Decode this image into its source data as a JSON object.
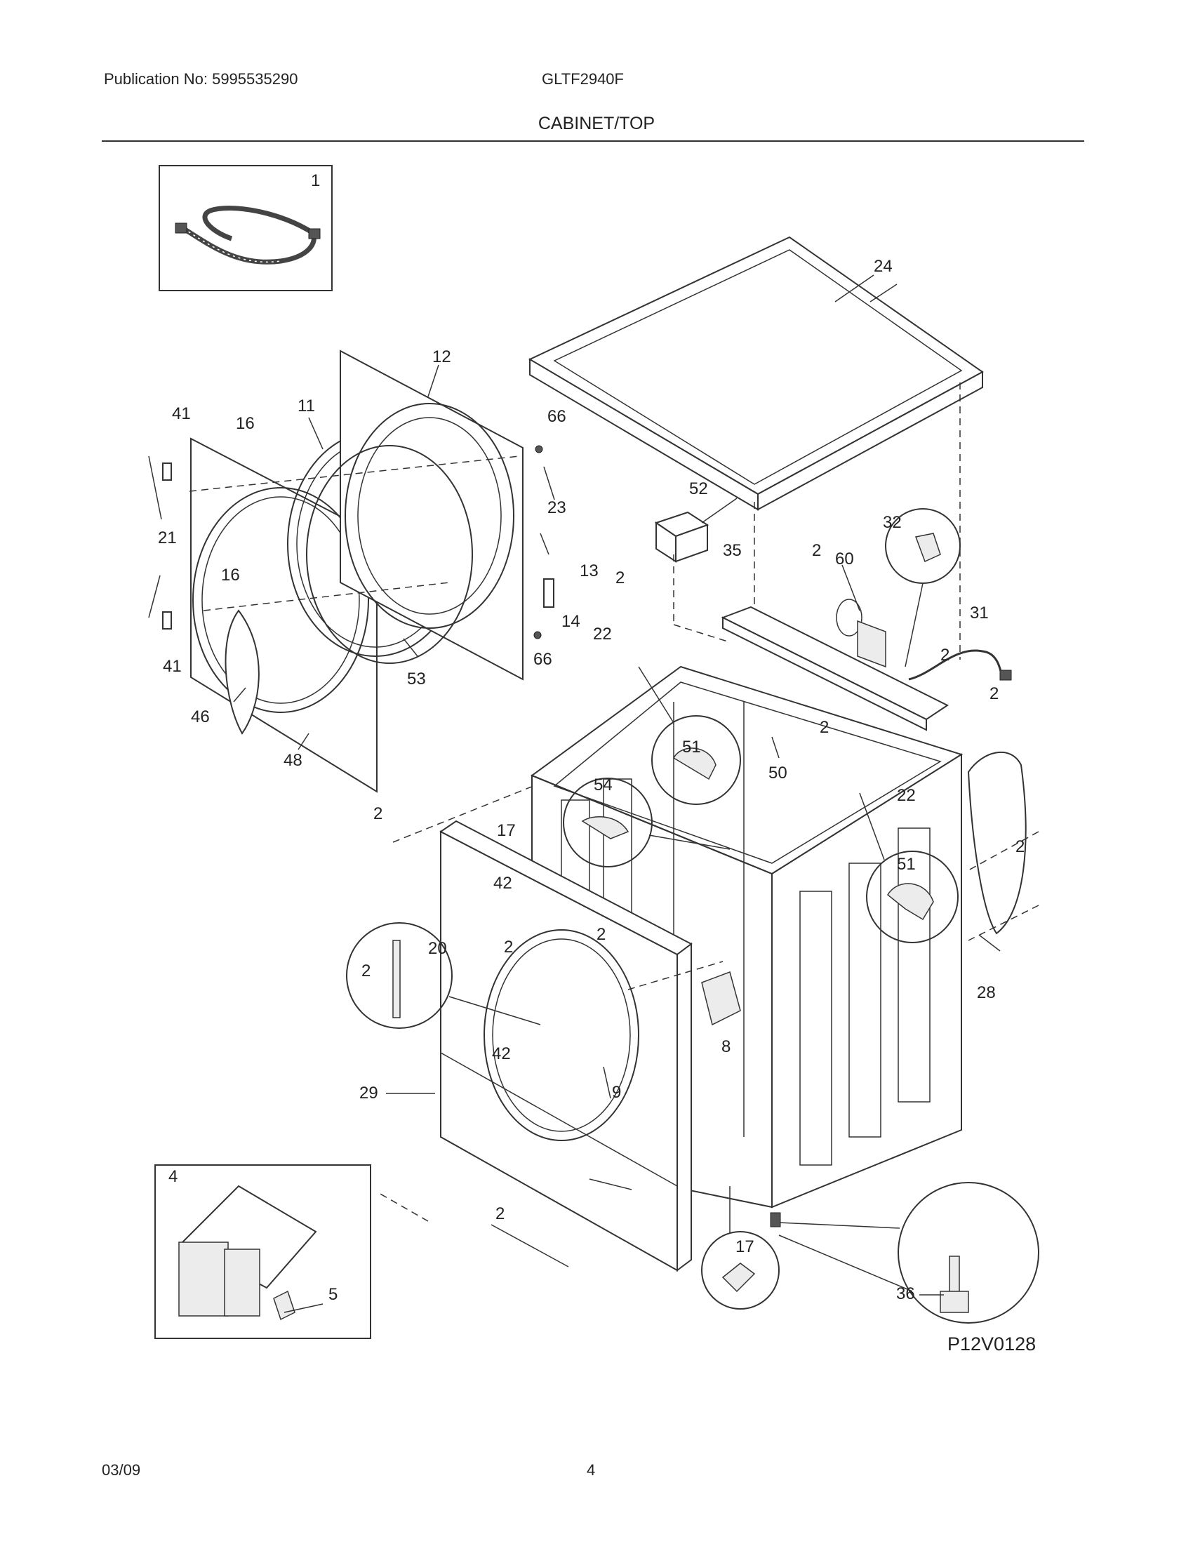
{
  "header": {
    "publication": "Publication No: 5995535290",
    "model": "GLTF2940F",
    "section_title": "CABINET/TOP"
  },
  "footer": {
    "date": "03/09",
    "page": "4"
  },
  "figure_code": "P12V0128",
  "callouts": [
    {
      "id": "c-1",
      "text": "1"
    },
    {
      "id": "c-24",
      "text": "24"
    },
    {
      "id": "c-12",
      "text": "12"
    },
    {
      "id": "c-41a",
      "text": "41"
    },
    {
      "id": "c-16a",
      "text": "16"
    },
    {
      "id": "c-11",
      "text": "11"
    },
    {
      "id": "c-66a",
      "text": "66"
    },
    {
      "id": "c-23",
      "text": "23"
    },
    {
      "id": "c-21",
      "text": "21"
    },
    {
      "id": "c-13",
      "text": "13"
    },
    {
      "id": "c-14",
      "text": "14"
    },
    {
      "id": "c-16b",
      "text": "16"
    },
    {
      "id": "c-66b",
      "text": "66"
    },
    {
      "id": "c-41b",
      "text": "41"
    },
    {
      "id": "c-53",
      "text": "53"
    },
    {
      "id": "c-46",
      "text": "46"
    },
    {
      "id": "c-48",
      "text": "48"
    },
    {
      "id": "c-52",
      "text": "52"
    },
    {
      "id": "c-32",
      "text": "32"
    },
    {
      "id": "c-35",
      "text": "35"
    },
    {
      "id": "c-2a",
      "text": "2"
    },
    {
      "id": "c-60",
      "text": "60"
    },
    {
      "id": "c-2b",
      "text": "2"
    },
    {
      "id": "c-22a",
      "text": "22"
    },
    {
      "id": "c-31",
      "text": "31"
    },
    {
      "id": "c-2c",
      "text": "2"
    },
    {
      "id": "c-2d",
      "text": "2"
    },
    {
      "id": "c-51a",
      "text": "51"
    },
    {
      "id": "c-54",
      "text": "54"
    },
    {
      "id": "c-2e",
      "text": "2"
    },
    {
      "id": "c-50",
      "text": "50"
    },
    {
      "id": "c-22b",
      "text": "22"
    },
    {
      "id": "c-2f",
      "text": "2"
    },
    {
      "id": "c-17a",
      "text": "17"
    },
    {
      "id": "c-51b",
      "text": "51"
    },
    {
      "id": "c-2g",
      "text": "2"
    },
    {
      "id": "c-42a",
      "text": "42"
    },
    {
      "id": "c-20",
      "text": "20"
    },
    {
      "id": "c-2h",
      "text": "2"
    },
    {
      "id": "c-2i",
      "text": "2"
    },
    {
      "id": "c-2j",
      "text": "2"
    },
    {
      "id": "c-28",
      "text": "28"
    },
    {
      "id": "c-8",
      "text": "8"
    },
    {
      "id": "c-42b",
      "text": "42"
    },
    {
      "id": "c-29",
      "text": "29"
    },
    {
      "id": "c-9",
      "text": "9"
    },
    {
      "id": "c-4",
      "text": "4"
    },
    {
      "id": "c-2k",
      "text": "2"
    },
    {
      "id": "c-17b",
      "text": "17"
    },
    {
      "id": "c-36",
      "text": "36"
    },
    {
      "id": "c-5",
      "text": "5"
    }
  ]
}
